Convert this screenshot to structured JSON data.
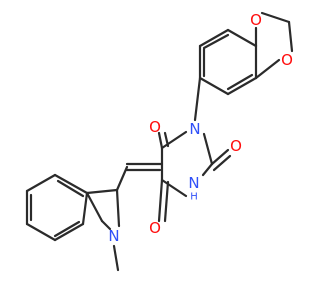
{
  "molecule": {
    "colors": {
      "bond": "#2b2b2b",
      "oxygen": "#ff0d0d",
      "nitrogen": "#3050f8",
      "background": "#ffffff"
    },
    "atom_labels": {
      "o_dioxole_top": "O",
      "o_dioxole_right": "O",
      "o_c6": "O",
      "o_c2": "O",
      "o_c4": "O",
      "n1": "N",
      "n3": "N",
      "n3_h": "H",
      "n_indole": "N"
    }
  }
}
